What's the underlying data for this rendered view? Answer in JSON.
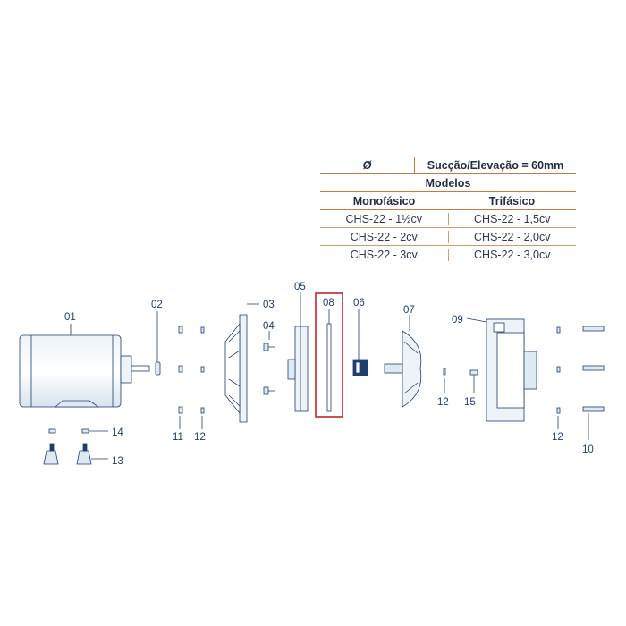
{
  "table": {
    "header_symbol": "Ø",
    "header_spec": "Sucção/Elevação = 60mm",
    "models_title": "Modelos",
    "col_mono": "Monofásico",
    "col_tri": "Trifásico",
    "rows": [
      {
        "mono": "CHS-22 - 1½cv",
        "tri": "CHS-22 - 1,5cv"
      },
      {
        "mono": "CHS-22 - 2cv",
        "tri": "CHS-22 - 2,0cv"
      },
      {
        "mono": "CHS-22 - 3cv",
        "tri": "CHS-22 - 3,0cv"
      }
    ]
  },
  "parts": {
    "p01": "01",
    "p02": "02",
    "p03": "03",
    "p04": "04",
    "p05": "05",
    "p06": "06",
    "p07": "07",
    "p08": "08",
    "p09": "09",
    "p10": "10",
    "p11": "11",
    "p12a": "12",
    "p12b": "12",
    "p12c": "12",
    "p13": "13",
    "p14": "14",
    "p15": "15"
  },
  "colors": {
    "accent_orange": "#c8783a",
    "highlight_red": "#c0272d",
    "line_blue": "#1f3e6e",
    "part_fill": "#dfe9f4"
  }
}
